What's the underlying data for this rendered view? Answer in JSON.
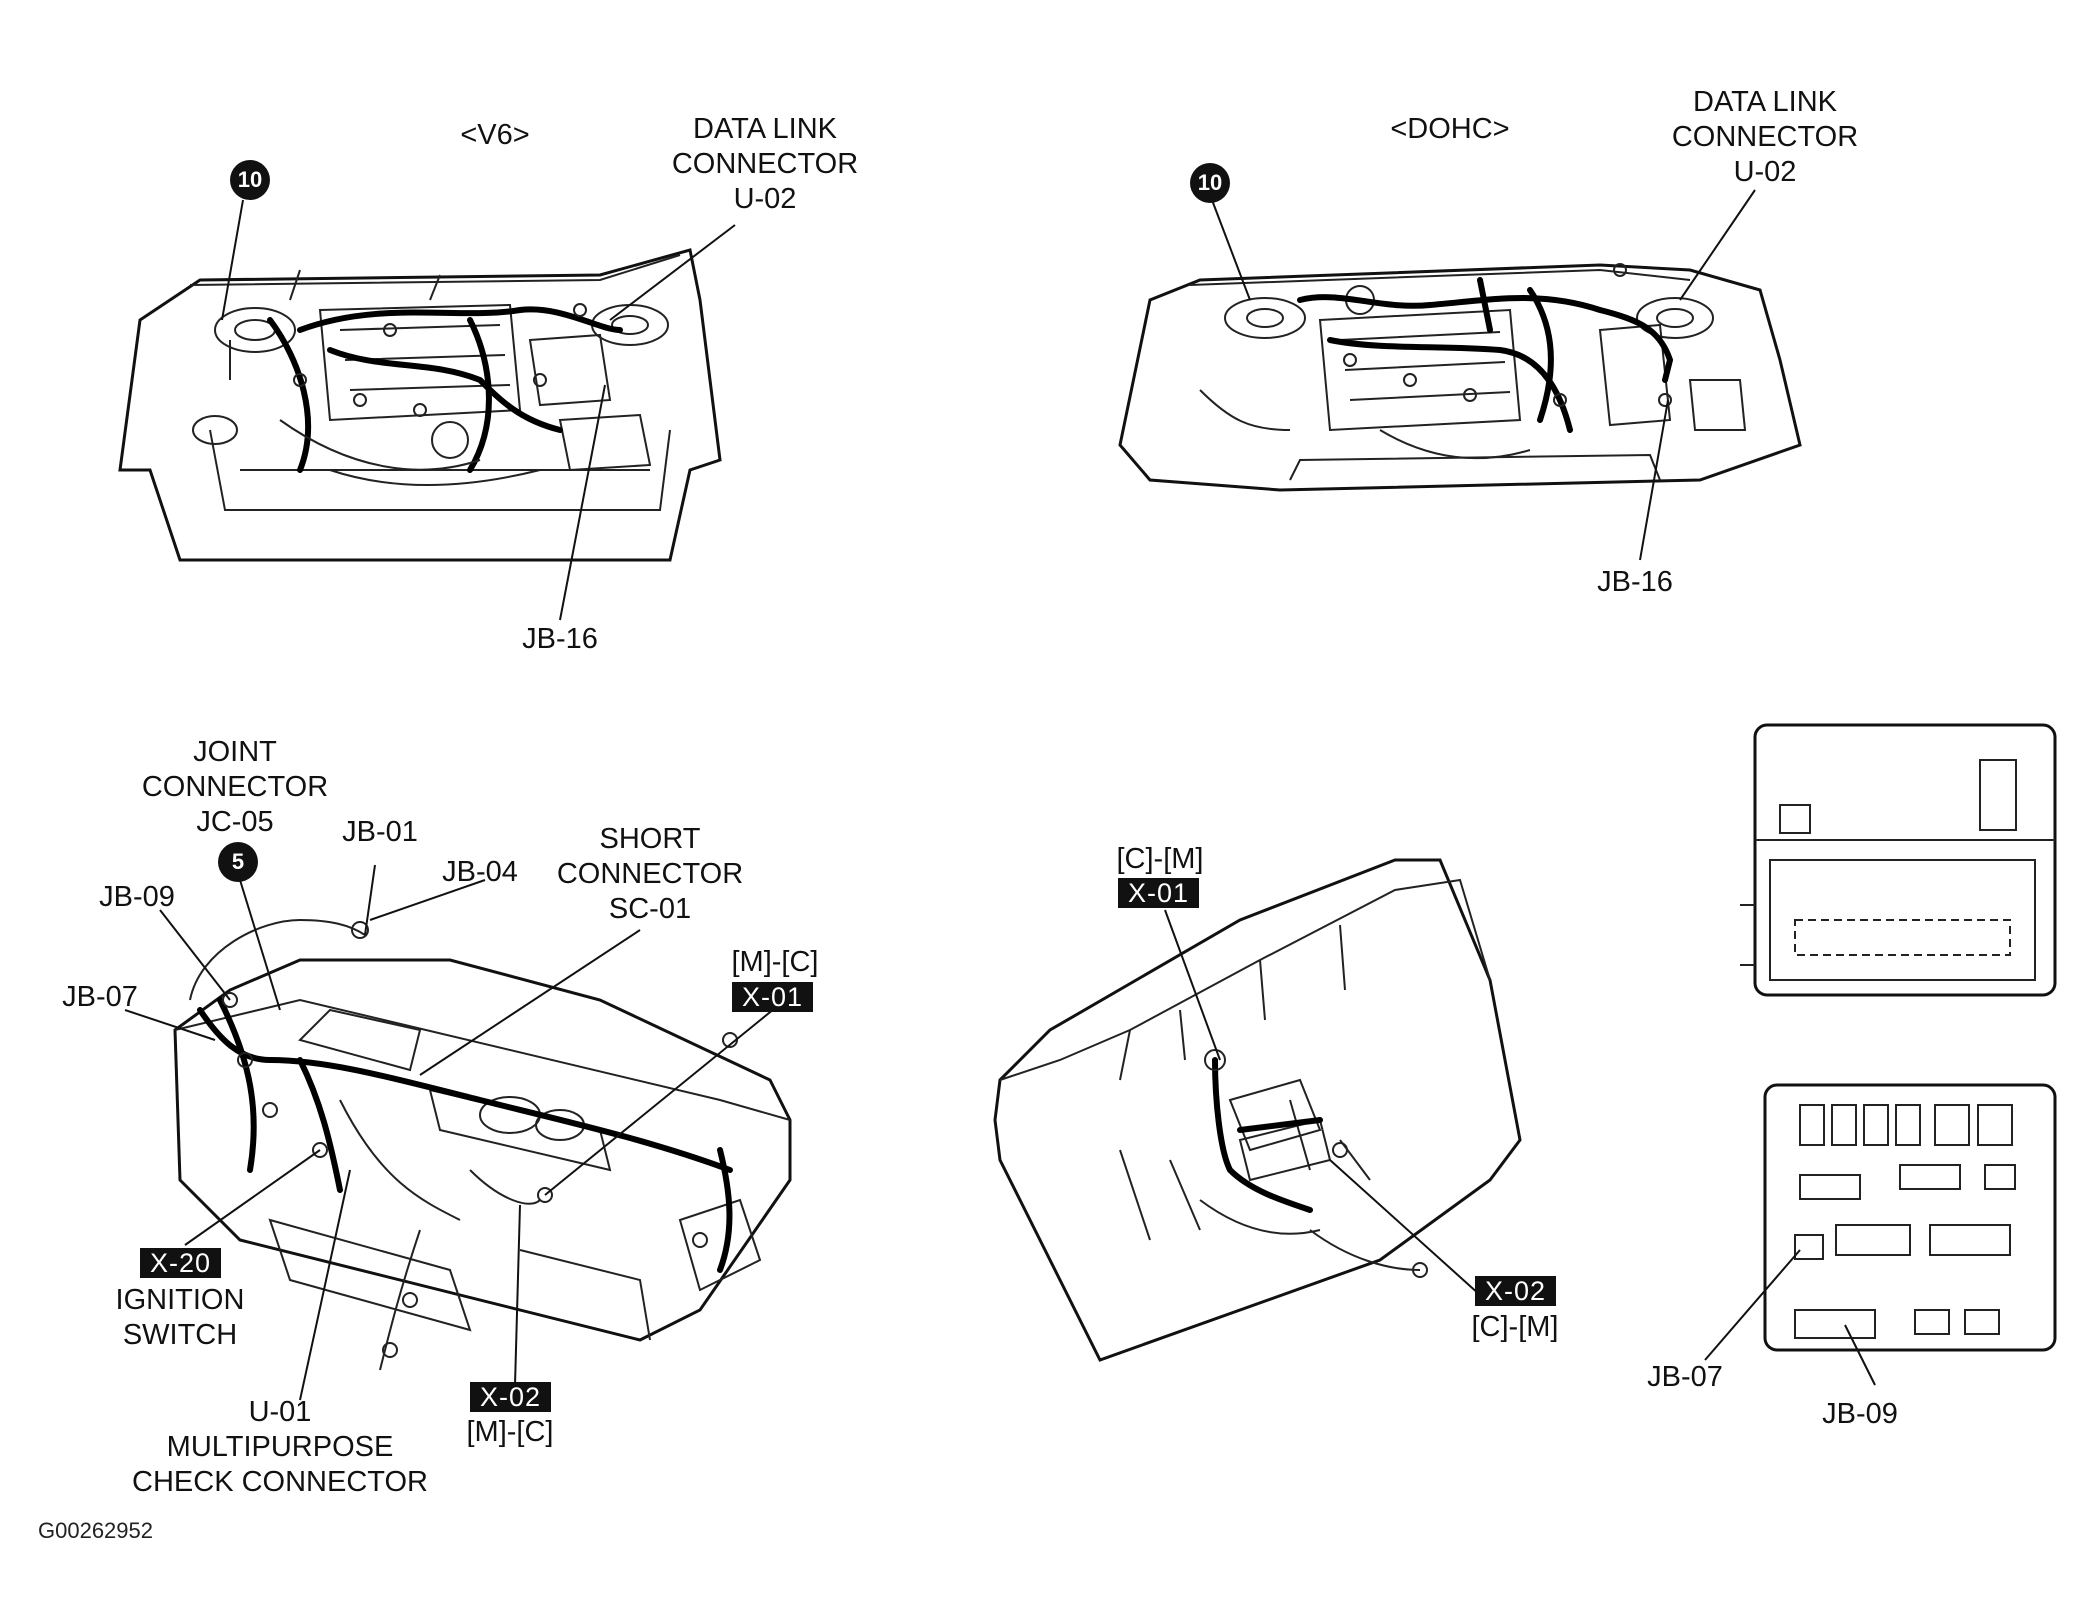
{
  "figure_code": "G00262952",
  "panels": {
    "v6": {
      "title": "<V6>",
      "badge": "10",
      "dlc": [
        "DATA LINK",
        "CONNECTOR",
        "U-02"
      ],
      "jb16": "JB-16"
    },
    "dohc": {
      "title": "<DOHC>",
      "badge": "10",
      "dlc": [
        "DATA LINK",
        "CONNECTOR",
        "U-02"
      ],
      "jb16": "JB-16"
    },
    "dash_left": {
      "joint": [
        "JOINT",
        "CONNECTOR",
        "JC-05"
      ],
      "badge": "5",
      "jb01": "JB-01",
      "jb04": "JB-04",
      "jb09": "JB-09",
      "jb07": "JB-07",
      "short": [
        "SHORT",
        "CONNECTOR",
        "SC-01"
      ],
      "x01_mc": "[M]-[C]",
      "x01": "X-01",
      "x20": "X-20",
      "ignition": [
        "IGNITION",
        "SWITCH"
      ],
      "u01": [
        "U-01",
        "MULTIPURPOSE",
        "CHECK CONNECTOR"
      ],
      "x02": "X-02",
      "x02_mc": "[M]-[C]"
    },
    "dash_right": {
      "x01_cm": "[C]-[M]",
      "x01": "X-01",
      "x02": "X-02",
      "x02_cm": "[C]-[M]"
    },
    "junction": {
      "jb07": "JB-07",
      "jb09": "JB-09"
    }
  }
}
